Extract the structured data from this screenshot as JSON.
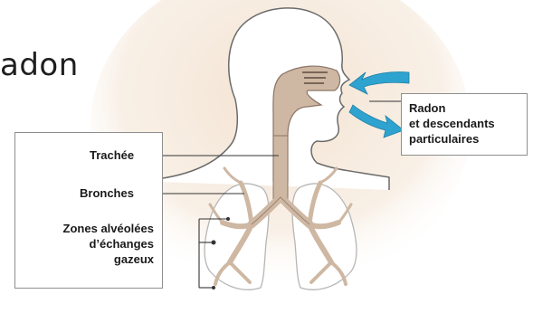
{
  "title_fragment": "adon",
  "labels": {
    "trachea": "Trachée",
    "bronchi": "Bronches",
    "alveolar": [
      "Zones alvéolées",
      "d’échanges",
      "gazeux"
    ],
    "radon": [
      "Radon",
      "et descendants",
      "particulaires"
    ]
  },
  "colors": {
    "airway": "#cfb8a3",
    "airway_stroke": "#8a7466",
    "head_glow": "#f0dfcc",
    "arrow": "#2fa3cf",
    "leader_line": "#333333"
  }
}
